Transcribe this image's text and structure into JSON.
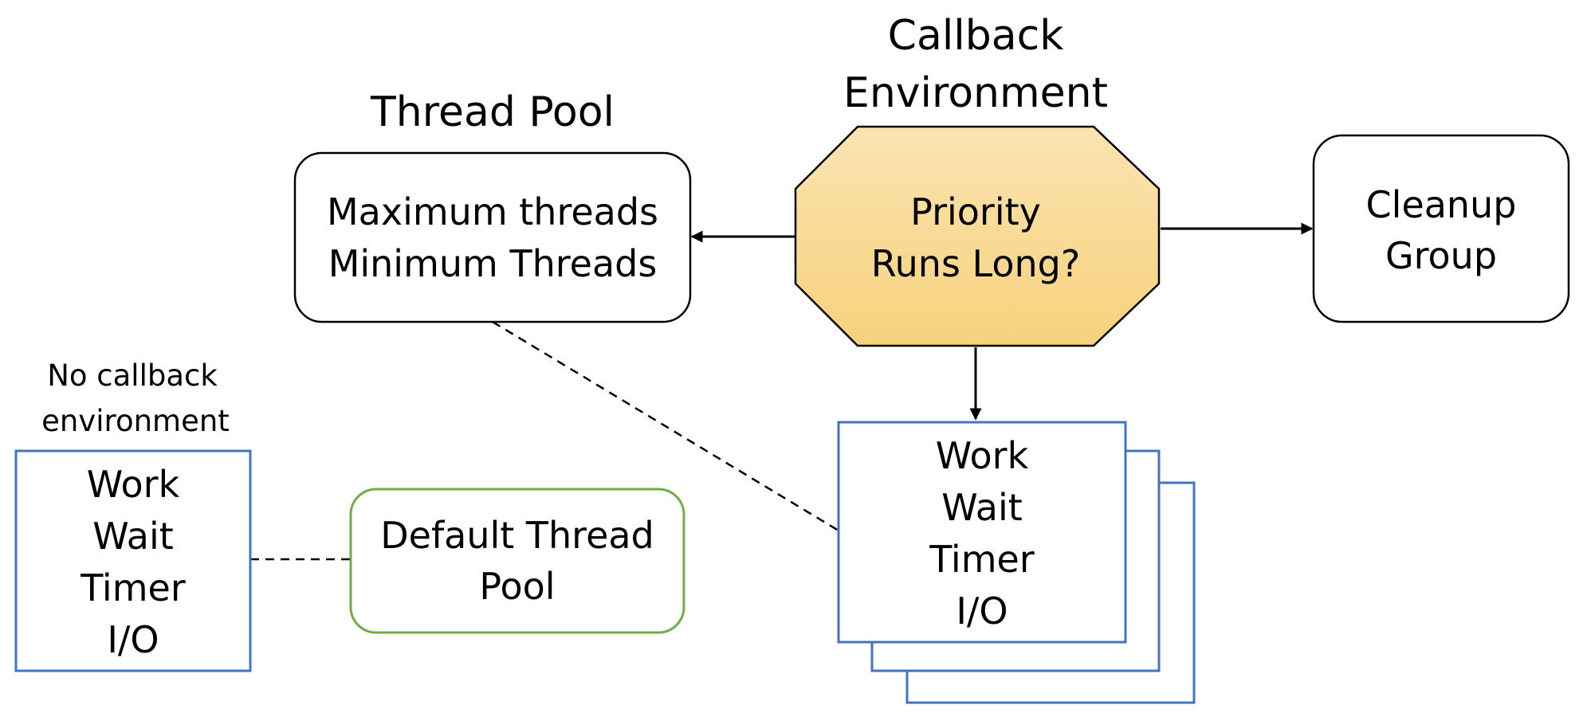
{
  "callback_environment": {
    "title": [
      "Callback",
      "Environment"
    ],
    "lines": [
      "Priority",
      "Runs Long?"
    ],
    "fill_top": "#fbe3b2",
    "fill_bottom": "#f6d27c"
  },
  "thread_pool": {
    "title": "Thread Pool",
    "lines": [
      "Maximum threads",
      "Minimum Threads"
    ]
  },
  "cleanup_group": {
    "lines": [
      "Cleanup",
      "Group"
    ]
  },
  "callback_objects": {
    "lines": [
      "Work",
      "Wait",
      "Timer",
      "I/O"
    ],
    "border_color": "#4472c4"
  },
  "no_env_objects": {
    "note": [
      "No callback",
      "environment"
    ],
    "lines": [
      "Work",
      "Wait",
      "Timer",
      "I/O"
    ],
    "border_color": "#4472c4"
  },
  "default_thread_pool": {
    "lines": [
      "Default Thread",
      "Pool"
    ],
    "border_color": "#70ad47"
  }
}
